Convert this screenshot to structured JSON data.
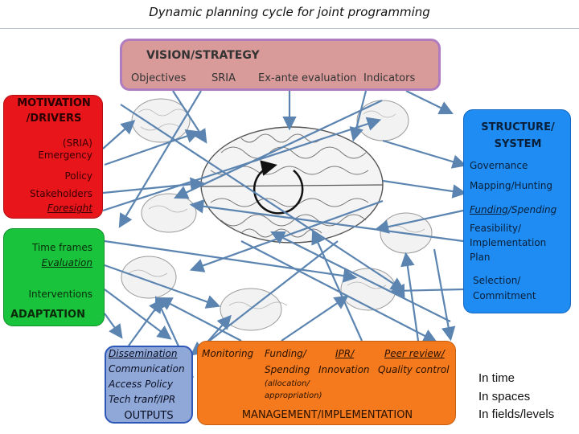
{
  "title": "Dynamic planning cycle for joint programming",
  "vision": {
    "heading": "VISION/STRATEGY",
    "items": [
      "Objectives",
      "SRIA",
      "Ex-ante evaluation",
      "Indicators"
    ]
  },
  "motivation": {
    "heading_line1": "MOTIVATION",
    "heading_line2": "/DRIVERS",
    "items": [
      "(SRIA)",
      "Emergency",
      "Policy",
      "Stakeholders",
      "Foresight"
    ]
  },
  "adaptation": {
    "items": [
      "Time frames",
      "Evaluation",
      "Interventions"
    ],
    "heading": "ADAPTATION"
  },
  "structure": {
    "heading_line1": "STRUCTURE/",
    "heading_line2": "SYSTEM",
    "items": [
      "Governance",
      "Mapping/Hunting",
      "Funding",
      "/Spending",
      "Feasibility/",
      "Implementation",
      "Plan",
      "Selection/",
      "Commitment"
    ]
  },
  "outputs": {
    "items": [
      "Dissemination",
      "Communication",
      "Access Policy",
      "Tech tranf/IPR"
    ],
    "heading": "OUTPUTS"
  },
  "management": {
    "items": [
      "Monitoring",
      "Funding/",
      "IPR/",
      "Peer review/",
      "Spending",
      "Innovation",
      "Quality control",
      "(allocation/",
      "appropriation)"
    ],
    "heading": "MANAGEMENT/IMPLEMENTATION"
  },
  "footnote": [
    "In time",
    "In spaces",
    "In fields/levels"
  ],
  "colors": {
    "vision": "#d99a9a",
    "motivation": "#e8161b",
    "adaptation": "#19c43c",
    "structure": "#1e8cf2",
    "outputs": "#90a8d8",
    "management": "#f57a1d",
    "arrows": "#5b84b1"
  },
  "icons": [
    "brain-icon",
    "cycle-arrow-icon"
  ]
}
